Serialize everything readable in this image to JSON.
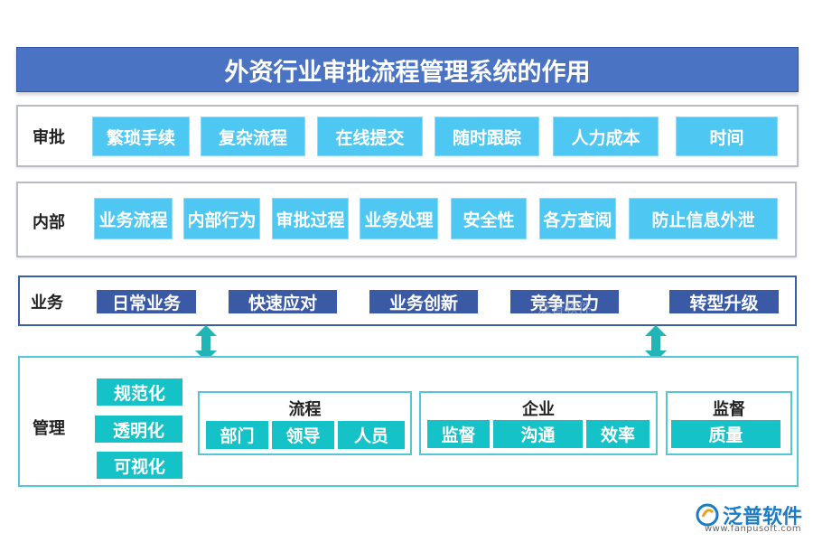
{
  "title": "外资行业审批流程管理系统的作用",
  "rows": {
    "approval": {
      "label": "审批",
      "items": [
        "繁琐手续",
        "复杂流程",
        "在线提交",
        "随时跟踪",
        "人力成本",
        "时间"
      ]
    },
    "internal": {
      "label": "内部",
      "items": [
        "业务流程",
        "内部行为",
        "审批过程",
        "业务处理",
        "安全性",
        "各方查阅",
        "防止信息外泄"
      ]
    },
    "business": {
      "label": "业务",
      "items": [
        "日常业务",
        "快速应对",
        "业务创新",
        "竞争压力",
        "转型升级"
      ]
    },
    "management": {
      "label": "管理",
      "left_items": [
        "规范化",
        "透明化",
        "可视化"
      ],
      "groups": [
        {
          "title": "流程",
          "items": [
            "部门",
            "领导",
            "人员"
          ]
        },
        {
          "title": "企业",
          "items": [
            "监督",
            "沟通",
            "效率"
          ]
        },
        {
          "title": "监督",
          "items": [
            "质量"
          ]
        }
      ]
    }
  },
  "watermark": "泛普软件",
  "logo": {
    "name": "泛普软件",
    "url": "www.fanpusoft.com"
  },
  "colors": {
    "title_bg": "#4a73c4",
    "cyan_box": "#4ec8f2",
    "navy_box": "#3a5aa6",
    "teal_box": "#14c2c7",
    "arrow": "#22b5b5"
  }
}
